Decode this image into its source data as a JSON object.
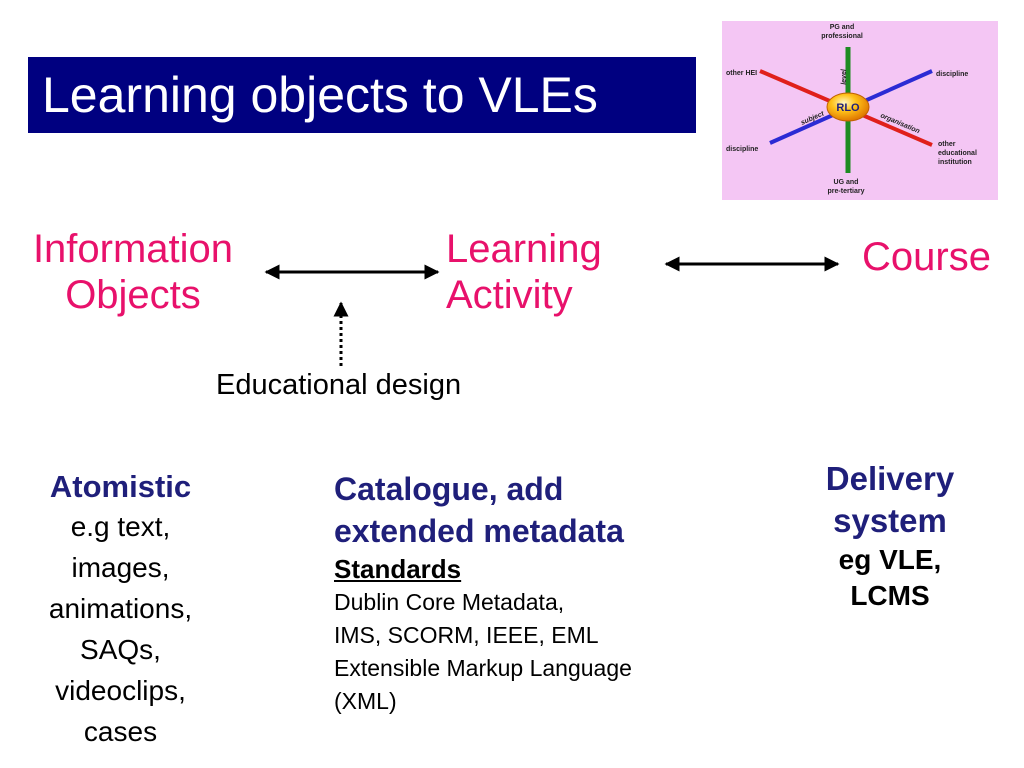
{
  "title": "Learning objects to VLEs",
  "rlo_diagram": {
    "center": "RLO",
    "top": [
      "PG and",
      "professional"
    ],
    "top_arm": "level",
    "right_upper": "discipline",
    "left_upper": "other HEI",
    "left_lower": "discipline",
    "left_lower_arm": "subject",
    "right_lower_arm": "organisation",
    "right_lower": [
      "other",
      "educational",
      "institution"
    ],
    "bottom": [
      "UG and",
      "pre-tertiary"
    ],
    "colors": {
      "background": "#f4c6f4",
      "vertical": "#1e8b22",
      "diagonal_a": "#e0201b",
      "diagonal_b": "#2b2bd4",
      "center": "#f5a300"
    }
  },
  "flow": {
    "node1": [
      "Information",
      "Objects"
    ],
    "node2": [
      "Learning",
      "Activity"
    ],
    "node3": "Course",
    "link_label": "Educational design"
  },
  "columns": {
    "left": {
      "heading": "Atomistic",
      "lines": [
        "e.g text,",
        "images,",
        "animations,",
        "SAQs,",
        "videoclips,",
        "cases"
      ]
    },
    "middle": {
      "heading": [
        "Catalogue, add",
        "extended metadata"
      ],
      "subheading": "Standards",
      "lines": [
        "Dublin Core Metadata,",
        "IMS, SCORM, IEEE, EML",
        "Extensible Markup Language",
        "(XML)"
      ]
    },
    "right": {
      "heading": [
        "Delivery",
        "system"
      ],
      "lines": [
        "eg VLE,",
        "LCMS"
      ]
    }
  }
}
